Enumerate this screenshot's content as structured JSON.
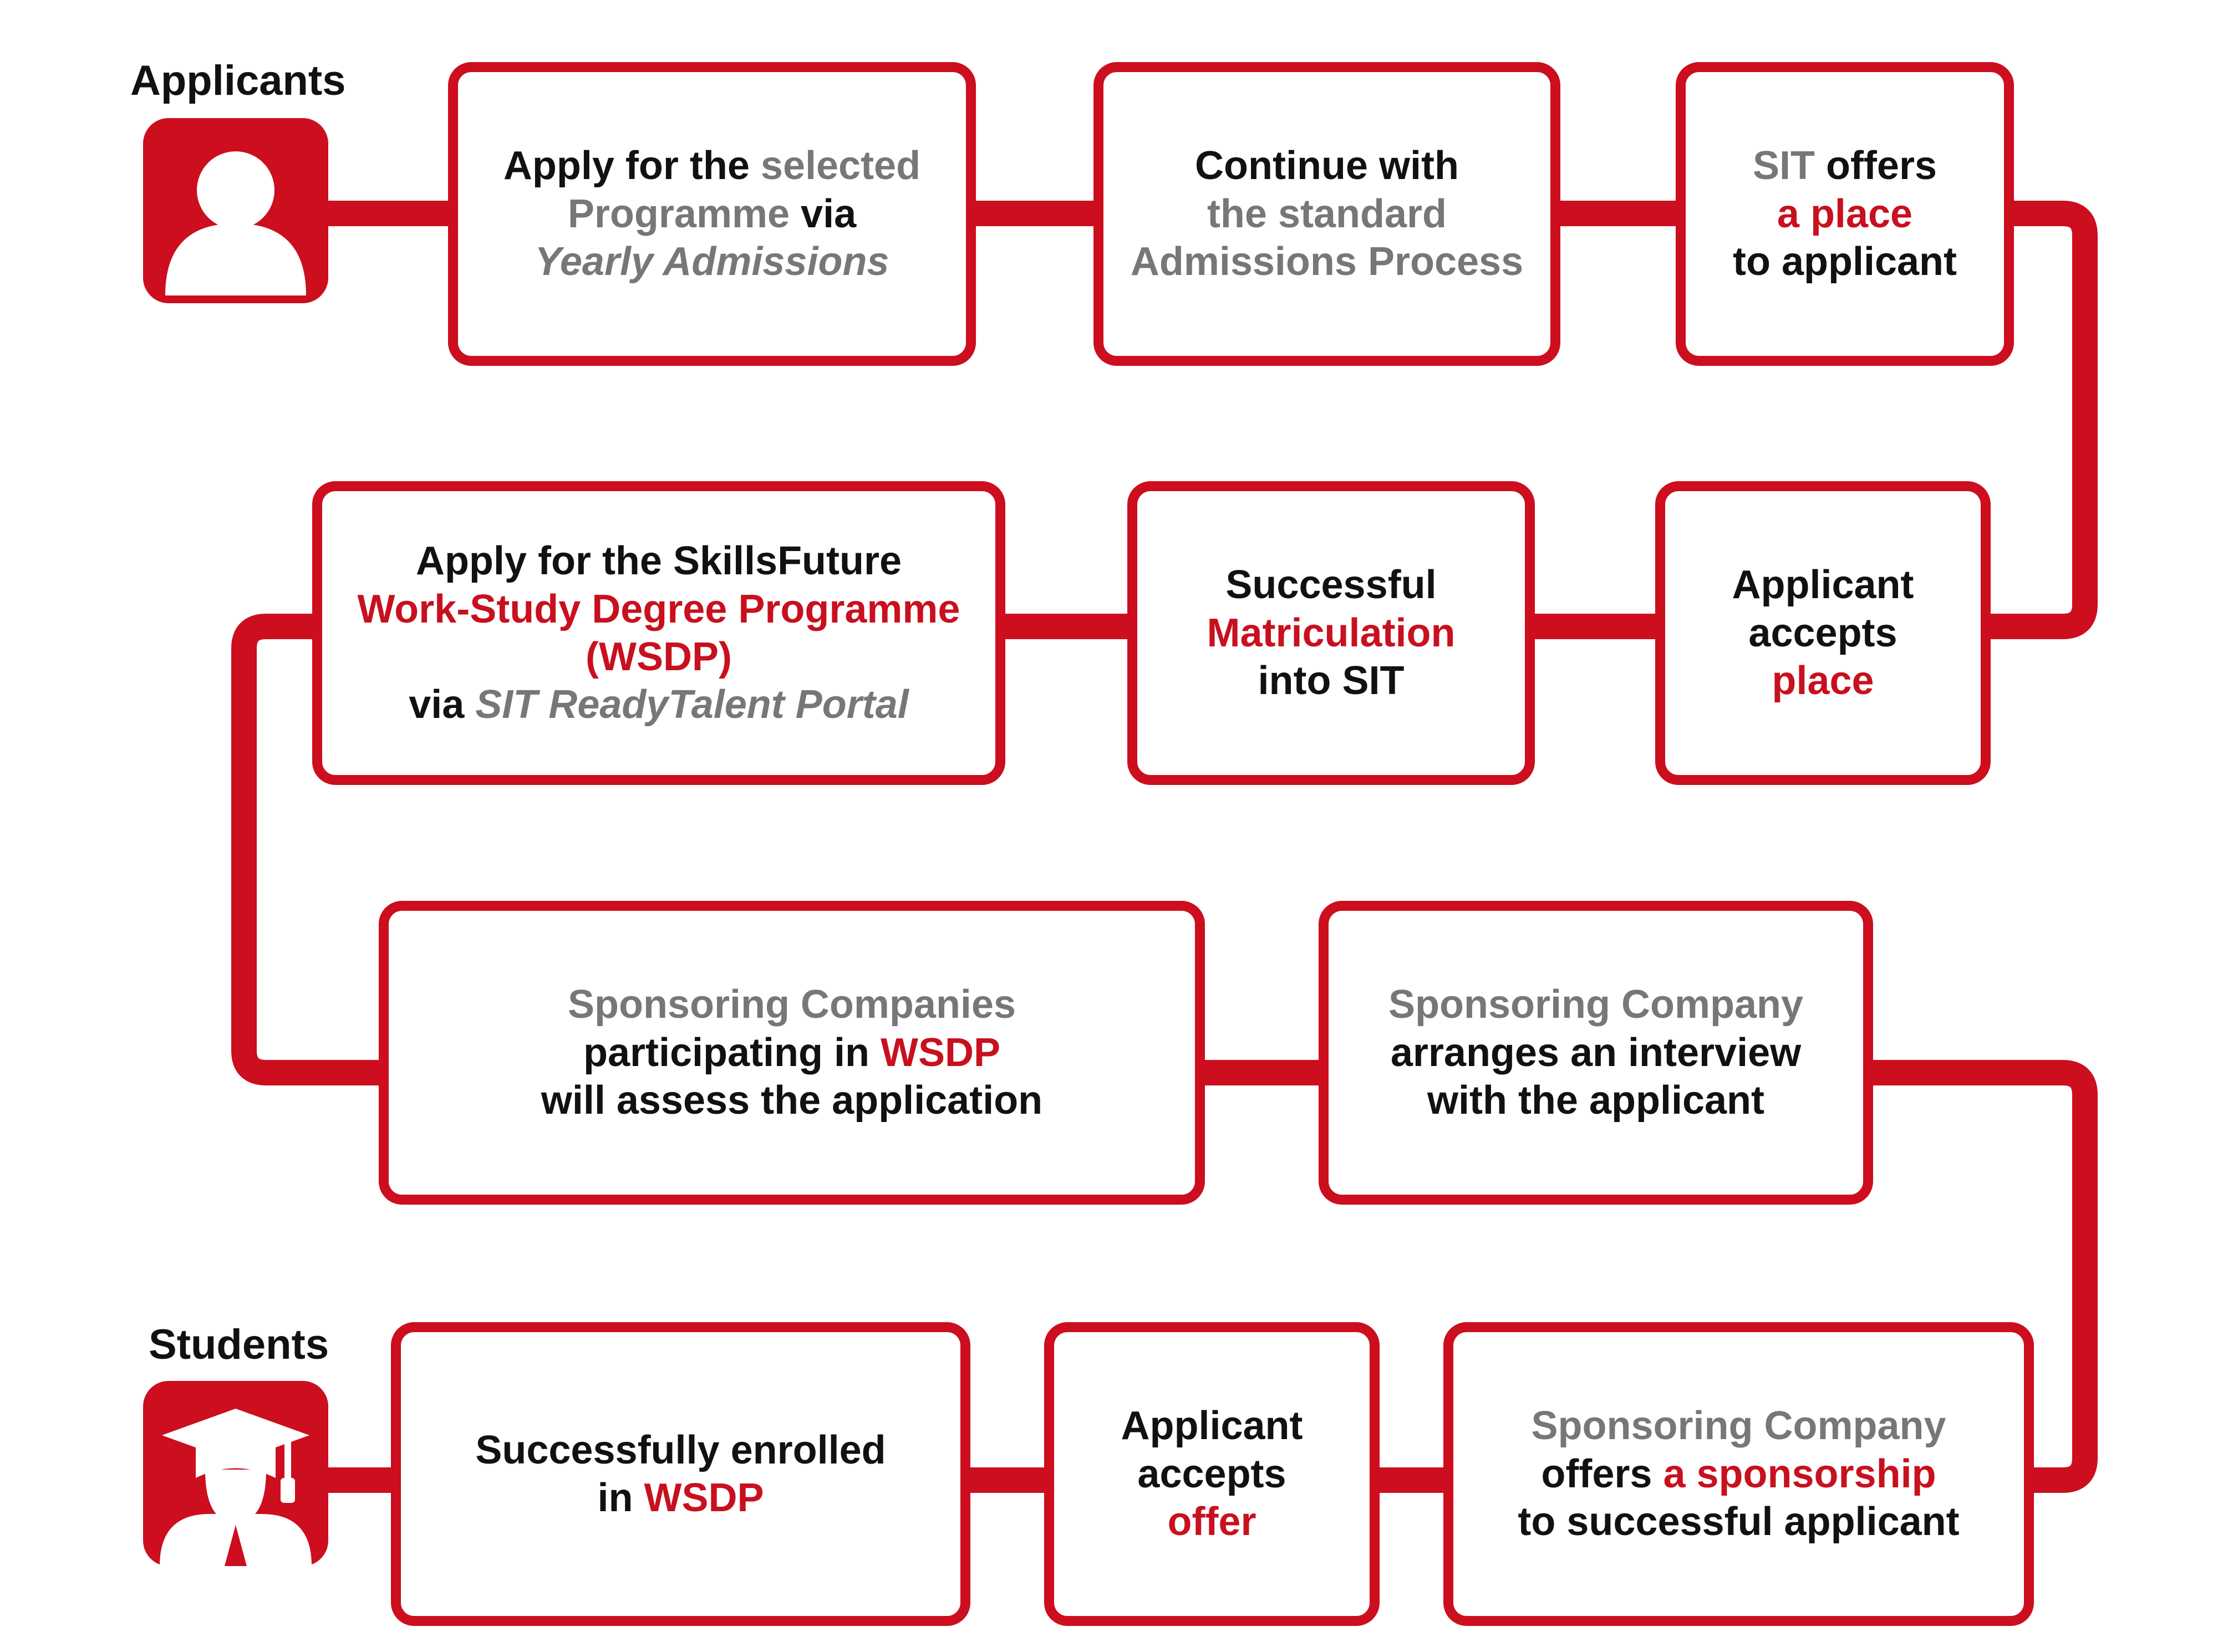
{
  "colors": {
    "accent": "#cc0e1e",
    "text_dark": "#111111",
    "text_grey": "#777777",
    "text_red": "#c8101e",
    "background": "#ffffff"
  },
  "roles": {
    "applicants": {
      "label": "Applicants",
      "icon": "user-icon"
    },
    "students": {
      "label": "Students",
      "icon": "graduate-icon"
    }
  },
  "steps": [
    {
      "id": "apply-programme",
      "lines": [
        [
          {
            "text": "Apply for the ",
            "tone": "dark"
          },
          {
            "text": "selected",
            "tone": "grey"
          }
        ],
        [
          {
            "text": "Programme",
            "tone": "grey"
          },
          {
            "text": " via",
            "tone": "dark"
          }
        ],
        [
          {
            "text": "Yearly Admissions",
            "tone": "grey",
            "italic": true
          }
        ]
      ]
    },
    {
      "id": "standard-admissions",
      "lines": [
        [
          {
            "text": "Continue with",
            "tone": "dark"
          }
        ],
        [
          {
            "text": "the standard",
            "tone": "grey"
          }
        ],
        [
          {
            "text": "Admissions Process",
            "tone": "grey"
          }
        ]
      ]
    },
    {
      "id": "sit-offers-place",
      "lines": [
        [
          {
            "text": "SIT",
            "tone": "grey"
          },
          {
            "text": " offers",
            "tone": "dark"
          }
        ],
        [
          {
            "text": "a place",
            "tone": "red"
          }
        ],
        [
          {
            "text": "to applicant",
            "tone": "dark"
          }
        ]
      ]
    },
    {
      "id": "applicant-accepts-place",
      "lines": [
        [
          {
            "text": "Applicant",
            "tone": "dark"
          }
        ],
        [
          {
            "text": "accepts",
            "tone": "dark"
          }
        ],
        [
          {
            "text": "place",
            "tone": "red"
          }
        ]
      ]
    },
    {
      "id": "successful-matriculation",
      "lines": [
        [
          {
            "text": "Successful",
            "tone": "dark"
          }
        ],
        [
          {
            "text": "Matriculation",
            "tone": "red"
          }
        ],
        [
          {
            "text": "into SIT",
            "tone": "dark"
          }
        ]
      ]
    },
    {
      "id": "apply-wsdp",
      "lines": [
        [
          {
            "text": "Apply for the SkillsFuture",
            "tone": "dark"
          }
        ],
        [
          {
            "text": "Work-Study Degree Programme",
            "tone": "red"
          }
        ],
        [
          {
            "text": "(WSDP)",
            "tone": "red"
          }
        ],
        [
          {
            "text": "via ",
            "tone": "dark"
          },
          {
            "text": "SIT ReadyTalent Portal",
            "tone": "grey",
            "italic": true
          }
        ]
      ]
    },
    {
      "id": "companies-assess",
      "lines": [
        [
          {
            "text": "Sponsoring Companies",
            "tone": "grey"
          }
        ],
        [
          {
            "text": "participating in ",
            "tone": "dark"
          },
          {
            "text": "WSDP",
            "tone": "red"
          }
        ],
        [
          {
            "text": "will assess the application",
            "tone": "dark"
          }
        ]
      ]
    },
    {
      "id": "company-interview",
      "lines": [
        [
          {
            "text": "Sponsoring Company",
            "tone": "grey"
          }
        ],
        [
          {
            "text": "arranges an interview",
            "tone": "dark"
          }
        ],
        [
          {
            "text": "with the applicant",
            "tone": "dark"
          }
        ]
      ]
    },
    {
      "id": "company-offers-sponsorship",
      "lines": [
        [
          {
            "text": "Sponsoring Company",
            "tone": "grey"
          }
        ],
        [
          {
            "text": "offers ",
            "tone": "dark"
          },
          {
            "text": "a sponsorship",
            "tone": "red"
          }
        ],
        [
          {
            "text": "to successful applicant",
            "tone": "dark"
          }
        ]
      ]
    },
    {
      "id": "applicant-accepts-offer",
      "lines": [
        [
          {
            "text": "Applicant",
            "tone": "dark"
          }
        ],
        [
          {
            "text": "accepts",
            "tone": "dark"
          }
        ],
        [
          {
            "text": "offer",
            "tone": "red"
          }
        ]
      ]
    },
    {
      "id": "enrolled-wsdp",
      "lines": [
        [
          {
            "text": "Successfully enrolled",
            "tone": "dark"
          }
        ],
        [
          {
            "text": "in ",
            "tone": "dark"
          },
          {
            "text": "WSDP",
            "tone": "red"
          }
        ]
      ]
    }
  ]
}
